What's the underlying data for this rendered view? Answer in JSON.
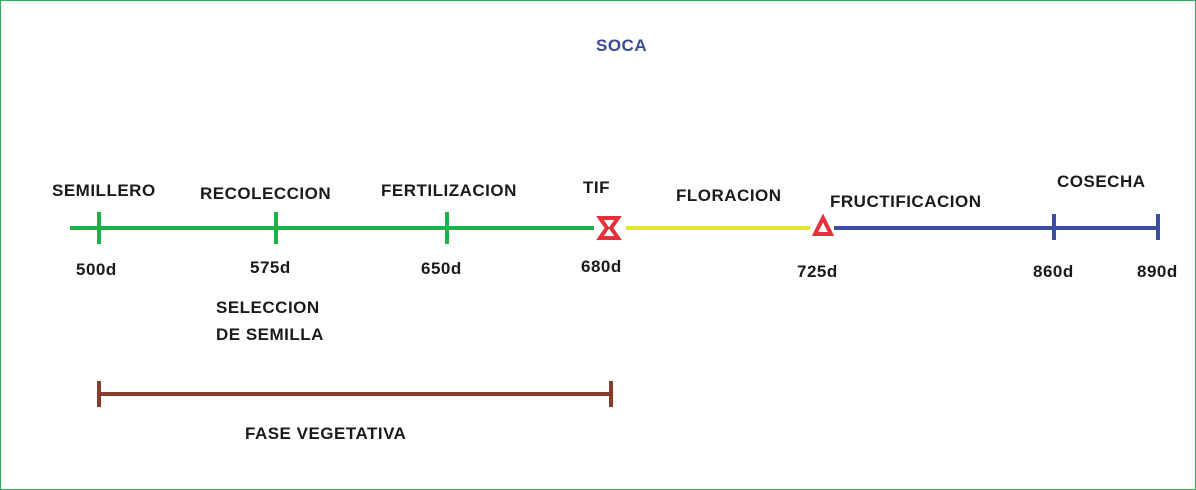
{
  "title": "SOCA",
  "stage_labels": {
    "semillero": "SEMILLERO",
    "recoleccion": "RECOLECCION",
    "fertilizacion": "FERTILIZACION",
    "tif": "TIF",
    "floracion": "FLORACION",
    "fructificacion": "FRUCTIFICACION",
    "cosecha": "COSECHA",
    "seleccion": "SELECCION\nDE SEMILLA"
  },
  "day_labels": {
    "d500": "500d",
    "d575": "575d",
    "d650": "650d",
    "d680": "680d",
    "d725": "725d",
    "d860": "860d",
    "d890": "890d"
  },
  "phase_label": "FASE VEGETATIVA",
  "colors": {
    "frame": "#2eaa5a",
    "vegetative_segment": "#1bb24a",
    "flowering_segment": "#e6e62e",
    "fruiting_segment": "#3f4fa0",
    "markers": "#e5303c",
    "phase_bar": "#8a3a2a",
    "title": "#3a4a9a"
  },
  "icons": {
    "tif_marker": "hourglass-icon",
    "fructificacion_marker": "triangle-icon"
  }
}
